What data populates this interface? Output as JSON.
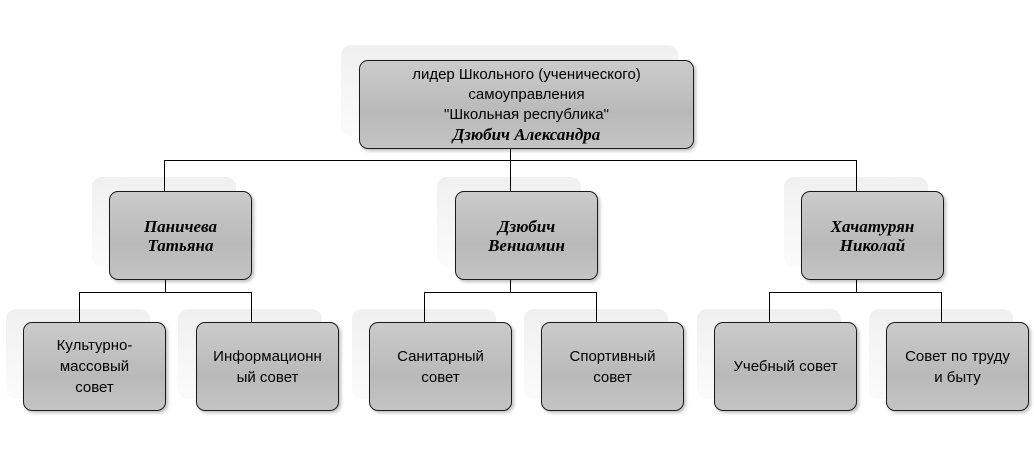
{
  "root": {
    "line1": "лидер Школьного (ученического)",
    "line2": "самоуправления",
    "line3": "\"Школьная республика\"",
    "name": "Дзюбич Александра"
  },
  "leaders": [
    {
      "line1": "Паничева",
      "line2": "Татьяна"
    },
    {
      "line1": "Дзюбич",
      "line2": "Вениамин"
    },
    {
      "line1": "Хачатурян",
      "line2": "Николай"
    }
  ],
  "councils": [
    {
      "line1": "Культурно-",
      "line2": "массовый",
      "line3": "совет"
    },
    {
      "line1": "Информационн",
      "line2": "ый совет"
    },
    {
      "line1": "Санитарный",
      "line2": "совет"
    },
    {
      "line1": "Спортивный",
      "line2": "совет"
    },
    {
      "line1": "Учебный совет"
    },
    {
      "line1": "Совет по труду",
      "line2": "и быту"
    }
  ]
}
